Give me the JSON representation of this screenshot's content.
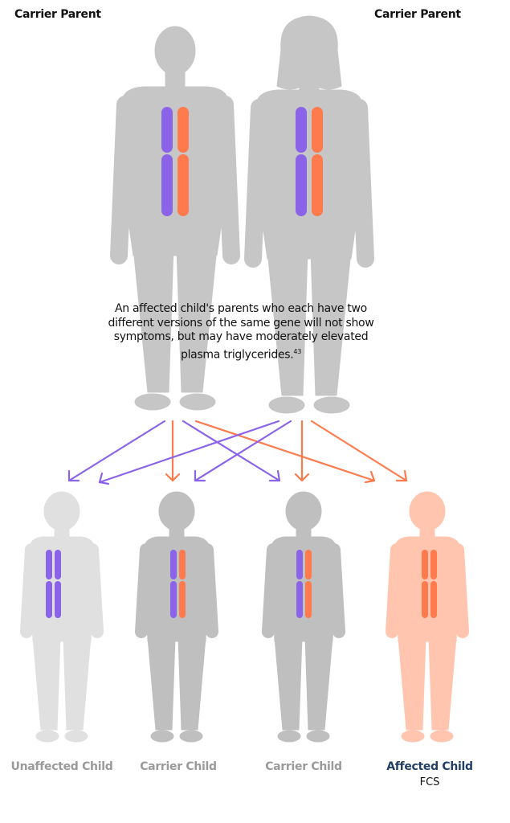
{
  "parents": {
    "left_label": "Carrier Parent",
    "right_label": "Carrier Parent"
  },
  "note": {
    "text": "An affected child's parents who each have two different versions of the same gene will not show symptoms, but may have moderately elevated plasma triglycerides.",
    "citation": "43"
  },
  "children": [
    {
      "label": "Unaffected Child"
    },
    {
      "label": "Carrier Child"
    },
    {
      "label": "Carrier Child"
    },
    {
      "label": "Affected Child",
      "sublabel": "FCS"
    }
  ],
  "colors": {
    "allele_a": "#8a63e8",
    "allele_b": "#ff7a4d",
    "parent_body": "#c6c6c6",
    "unaffected_body": "#e0e0e0",
    "carrier_body": "#bfbfbf",
    "affected_body": "#ffc5ae",
    "affected_label": "#233f66"
  }
}
